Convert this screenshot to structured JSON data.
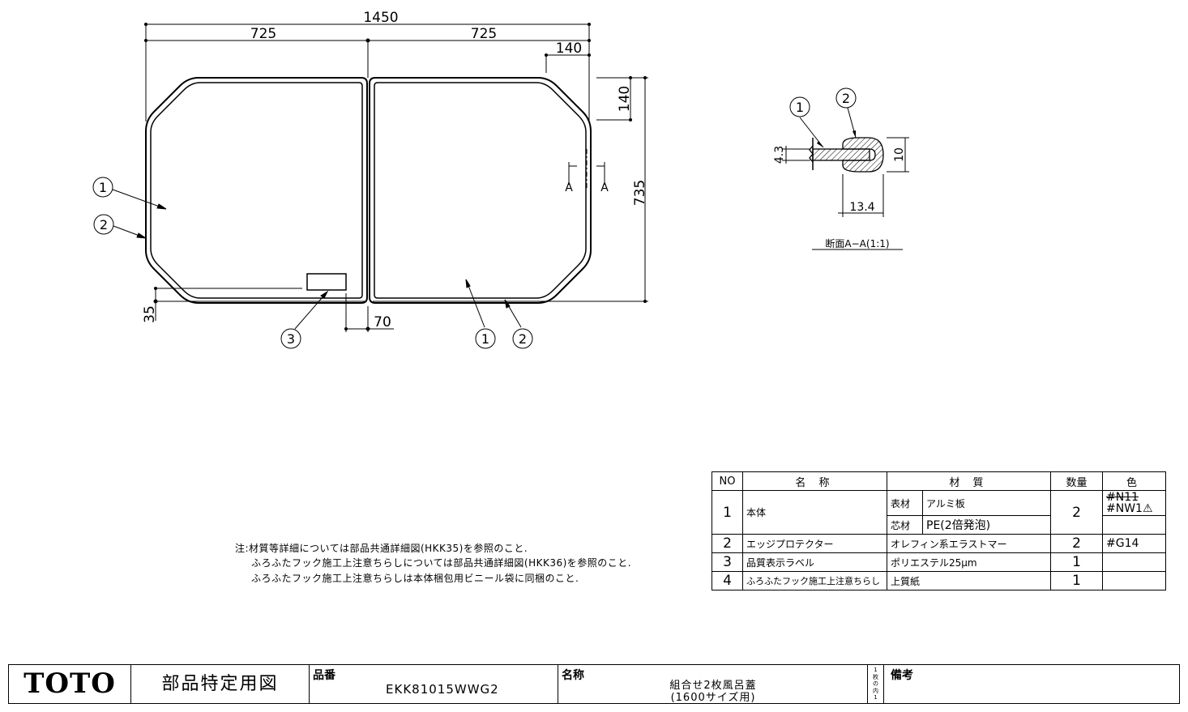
{
  "dimensions": {
    "overall_width": "1450",
    "half_left": "725",
    "half_right": "725",
    "corner_x": "140",
    "corner_y": "140",
    "overall_height": "735",
    "bottom_offset": "35",
    "gap_offset": "70",
    "section_mark": "A"
  },
  "callouts": {
    "body_left": "1",
    "edge_left": "2",
    "label": "3",
    "body_right": "1",
    "edge_right": "2",
    "sec_body": "1",
    "sec_edge": "2"
  },
  "section": {
    "dim_thickness": "4.3",
    "dim_height": "10",
    "dim_width": "13.4",
    "caption": "断面A−A(1:1)"
  },
  "notes": [
    "注:材質等詳細については部品共通詳細図(HKK35)を参照のこと.",
    "ふろふたフック施工上注意ちらしについては部品共通詳細図(HKK36)を参照のこと.",
    "ふろふたフック施工上注意ちらしは本体梱包用ビニール袋に同梱のこと."
  ],
  "table": {
    "headers": {
      "no": "NO",
      "name": "名 称",
      "material": "材 質",
      "qty": "数量",
      "color": "色"
    },
    "rows": [
      {
        "no": "1",
        "name": "本体",
        "sub1_label": "表材",
        "sub1_value": "アルミ板",
        "sub2_label": "芯材",
        "sub2_value": "PE(2倍発泡)",
        "qty": "2",
        "color_old": "#N11",
        "color": "#NW1⚠"
      },
      {
        "no": "2",
        "name": "エッジプロテクター",
        "material": "オレフィン系エラストマー",
        "qty": "2",
        "color": "#G14"
      },
      {
        "no": "3",
        "name": "品質表示ラベル",
        "material": "ポリエステル25μm",
        "qty": "1",
        "color": ""
      },
      {
        "no": "4",
        "name": "ふろふたフック施工上注意ちらし",
        "material": "上質紙",
        "qty": "1",
        "color": ""
      }
    ]
  },
  "title_block": {
    "brand": "TOTO",
    "doc_type": "部品特定用図",
    "part_no_label": "品番",
    "part_no": "EKK81015WWG2",
    "name_label": "名称",
    "name_line1": "組合せ2枚風呂蓋",
    "name_line2": "(1600サイズ用)",
    "sheet": [
      "1",
      "枚",
      "の",
      "内",
      "1"
    ],
    "remarks_label": "備考"
  }
}
